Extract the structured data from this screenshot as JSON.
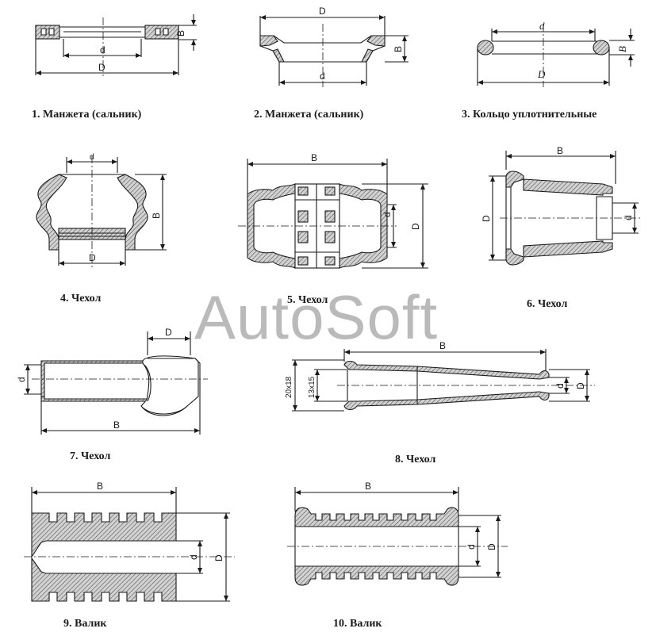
{
  "watermark": "AutoSoft",
  "parts": [
    {
      "caption": "1. Манжета  (сальник)",
      "dims": {
        "b": "B",
        "d_small": "d",
        "d_big": "D"
      }
    },
    {
      "caption": "2. Манжета  (сальник)",
      "dims": {
        "d_big": "D",
        "b": "B",
        "d_small": "d"
      }
    },
    {
      "caption": "3. Кольцо уплотнительные",
      "dims": {
        "d_small": "d",
        "d_big": "D",
        "b": "B"
      }
    },
    {
      "caption": "4. Чехол",
      "dims": {
        "d_small": "d",
        "b": "B",
        "d_big": "D"
      }
    },
    {
      "caption": "5. Чехол",
      "dims": {
        "b": "B",
        "d_small": "d",
        "d_big": "D"
      }
    },
    {
      "caption": "6. Чехол",
      "dims": {
        "b": "B",
        "d_big": "D",
        "d_small": "d"
      }
    },
    {
      "caption": "7. Чехол",
      "dims": {
        "d_big": "D",
        "d_small": "d",
        "b": "B"
      }
    },
    {
      "caption": "8. Чехол",
      "dims": {
        "b": "B",
        "d_outer": "20х18",
        "d_inner": "13х15",
        "d_small": "d",
        "d_big": "D"
      }
    },
    {
      "caption": "9. Валик",
      "dims": {
        "b": "B",
        "d_small": "d",
        "d_big": "D"
      }
    },
    {
      "caption": "10. Валик",
      "dims": {
        "b": "B",
        "d_small": "d",
        "d_big": "D"
      }
    }
  ],
  "colors": {
    "line": "#1a1a1a",
    "hatch": "#6a6a6a",
    "fill": "#c9c9c9",
    "watermark": "#8c8c8c"
  }
}
